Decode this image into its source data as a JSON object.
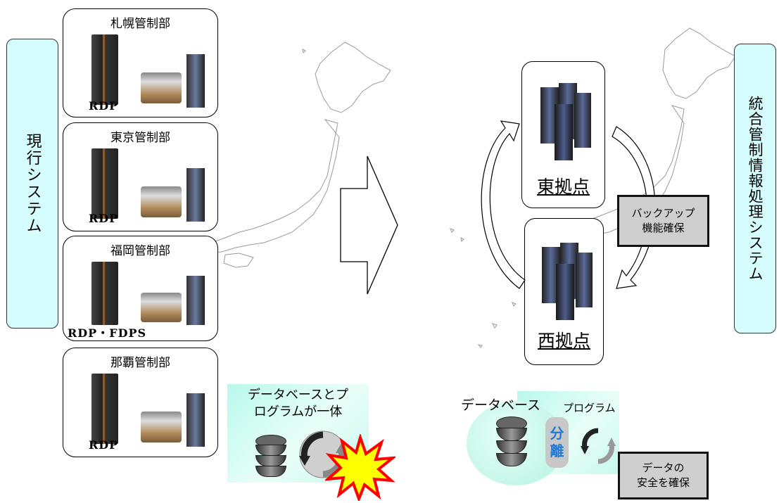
{
  "left_label": "現行システム",
  "right_label": "統合管制情報処理システム",
  "centers": [
    {
      "name": "札幌管制部",
      "system": "RDP"
    },
    {
      "name": "東京管制部",
      "system": "RDP"
    },
    {
      "name": "福岡管制部",
      "system": "RDP・FDPS"
    },
    {
      "name": "那覇管制部",
      "system": "RDP"
    }
  ],
  "east_site": "東拠点",
  "west_site": "西拠点",
  "backup_label": "バックアップ\n機能確保",
  "current_db_label": "データベースとプ\nログラムが一体",
  "new_db_label": "データベース",
  "new_program_label": "プログラム",
  "separation_label": "分\n離",
  "data_safety_label": "データの\n安全を確保",
  "colors": {
    "label_bg": "#d6fdfd",
    "separation": "#1f7ad6",
    "burst": "#ff0000",
    "burst_fill": "#ffff00",
    "gray_box": "#cfcfcf"
  }
}
